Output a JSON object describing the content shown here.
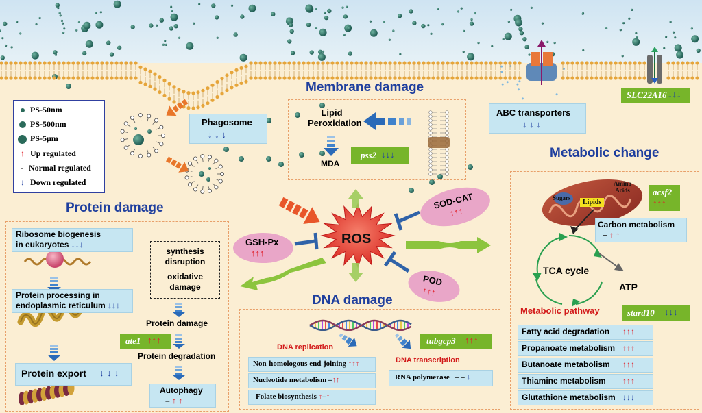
{
  "titles": {
    "membrane": "Membrane damage",
    "metabolic": "Metabolic change",
    "protein": "Protein damage",
    "dna": "DNA damage"
  },
  "legend": {
    "ps50": "PS-50nm",
    "ps500": "PS-500nm",
    "ps5": "PS-5μm",
    "up": "Up regulated",
    "normal": "Normal regulated",
    "down": "Down regulated"
  },
  "membrane": {
    "phagosome": "Phagosome",
    "phagosome_arrows": "↓ ↓ ↓",
    "lipid_perox": "Lipid\nPeroxidation",
    "lipid1": "Lipid",
    "lipid2": "Peroxidation",
    "mda": "MDA",
    "pss2_gene": "pss2",
    "pss2_arrows": "↓↓↓",
    "abc": "ABC transporters",
    "abc_arrows": "↓ ↓ ↓",
    "slc_gene": "SLC22A16",
    "slc_arrows": "↓↓↓"
  },
  "center": {
    "ros": "ROS",
    "gshpx": "GSH-Px",
    "gshpx_arrows": "↑↑↑",
    "sodcat": "SOD-CAT",
    "sodcat_arrows": "↑↑↑",
    "pod": "POD",
    "pod_arrows": "↑↑↑"
  },
  "protein": {
    "ribosome1": "Ribosome biogenesis",
    "ribosome2": "in eukaryotes",
    "ribosome_arrows": "↓↓↓",
    "processing1": "Protein processing in",
    "processing2": "endoplasmic reticulum",
    "processing_arrows": "↓↓↓",
    "export": "Protein export",
    "export_arrows": "↓ ↓ ↓",
    "synth1": "synthesis",
    "synth2": "disruption",
    "oxid1": "oxidative",
    "oxid2": "damage",
    "pdamage": "Protein damage",
    "ate1_gene": "ate1",
    "ate1_arrows": "↑↑↑",
    "pdegrad": "Protein degradation",
    "autophagy": "Autophagy",
    "autophagy_dash": "–",
    "autophagy_arrows": "↑ ↑"
  },
  "dna": {
    "replication": "DNA replication",
    "transcription": "DNA transcription",
    "tubgcp3_gene": "tubgcp3",
    "tubgcp3_arrows": "↑↑↑",
    "nhej": "Non-homologous end-joining",
    "nhej_arrows": "↑↑↑",
    "nucleotide": "Nucleotide metabolism",
    "nucleotide_dash": "–",
    "nucleotide_arrows": "↑↑",
    "folate": "Folate biosynthesis",
    "folate_a": "↑",
    "folate_dash": "–",
    "folate_b": "↑",
    "rnapol": "RNA polymerase",
    "rnapol_dash": "– –",
    "rnapol_arrow": "↓"
  },
  "metabolic": {
    "amino1": "Amino",
    "amino2": "Acids",
    "sugars": "Sugars",
    "lipids": "Lipids",
    "acsf2_gene": "acsf2",
    "acsf2_arrows": "↑↑↑",
    "carbon": "Carbon metabolism",
    "carbon_dash": "–",
    "carbon_arrows": "↑ ↑",
    "tca": "TCA cycle",
    "atp": "ATP",
    "pathway": "Metabolic pathway",
    "stard10_gene": "stard10",
    "stard10_arrows": "↓↓↓",
    "rows": [
      {
        "label": "Fatty acid degradation",
        "arrows": "↑↑↑",
        "kind": "up"
      },
      {
        "label": "Propanoate metabolism",
        "arrows": "↑↑↑",
        "kind": "up"
      },
      {
        "label": "Butanoate metabolism",
        "arrows": "↑↑↑",
        "kind": "up"
      },
      {
        "label": "Thiamine metabolism",
        "arrows": "↑↑↑",
        "kind": "up"
      },
      {
        "label": "Glutathione metabolism",
        "arrows": "↓↓↓",
        "kind": "down"
      }
    ]
  },
  "colors": {
    "up": "#e0202a",
    "down": "#2040a0",
    "title": "#1f3f9e",
    "box": "#c6e6f2",
    "gene": "#77b52a",
    "dash": "#e8a06a"
  }
}
